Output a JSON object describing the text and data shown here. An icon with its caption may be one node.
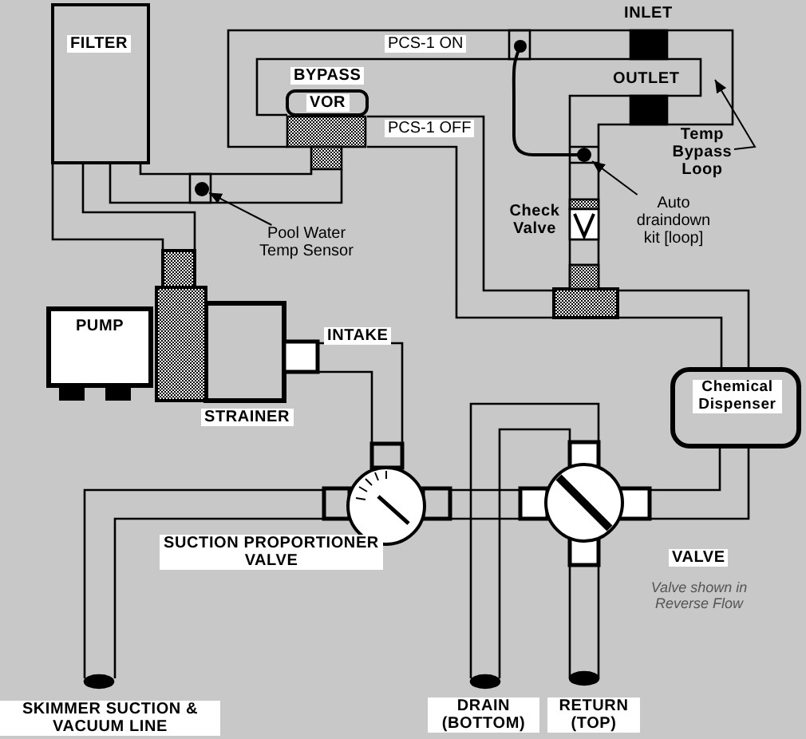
{
  "diagram": {
    "nodes": [
      {
        "text": [
          "FILTER"
        ]
      },
      {
        "text": [
          "BYPASS",
          "VOR"
        ]
      },
      {
        "text": [
          "Temp Bypass Loop"
        ]
      },
      {
        "text": [],
        "shape": "circle"
      },
      {
        "text": [
          "Auto draindown kit [loop]"
        ]
      },
      {
        "text": [
          "Pool Water Temp Sensor"
        ]
      },
      {
        "text": [
          "PUMP"
        ]
      },
      {
        "text": [
          "Chemical Dispenser"
        ]
      }
    ],
    "edges": [
      {
        "from": 5,
        "to": 3,
        "arrow": "to"
      },
      {
        "from": 4,
        "to": null,
        "arrow": "to"
      },
      {
        "from": 2,
        "to": null,
        "arrow": "to"
      }
    ],
    "labels": [
      "INLET",
      "PCS-1 ON",
      "OUTLET",
      "PCS-1 OFF",
      "Check Valve",
      "INTAKE",
      "STRAINER",
      "SUCTION PROPORTIONER VALVE",
      "VALVE",
      "Valve shown in Reverse Flow",
      "SKIMMER SUCTION & VACUUM LINE",
      "DRAIN (BOTTOM)",
      "RETURN (TOP)"
    ]
  }
}
